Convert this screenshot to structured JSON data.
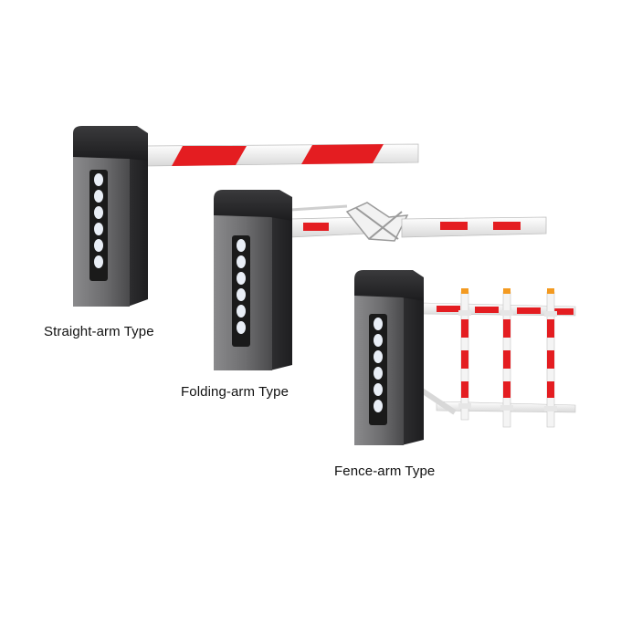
{
  "captions": {
    "straight": "Straight-arm Type",
    "folding": "Folding-arm Type",
    "fence": "Fence-arm Type"
  },
  "colors": {
    "housing_body": "#6e6e70",
    "housing_dark": "#2c2c2e",
    "arm_white": "#f4f4f4",
    "arm_red": "#e41d21",
    "light_strip": "#1a1a1a",
    "light_lamp": "#e9eef6"
  },
  "icons": [
    "barrier-gate-straight-arm",
    "barrier-gate-folding-arm",
    "barrier-gate-fence-arm"
  ]
}
